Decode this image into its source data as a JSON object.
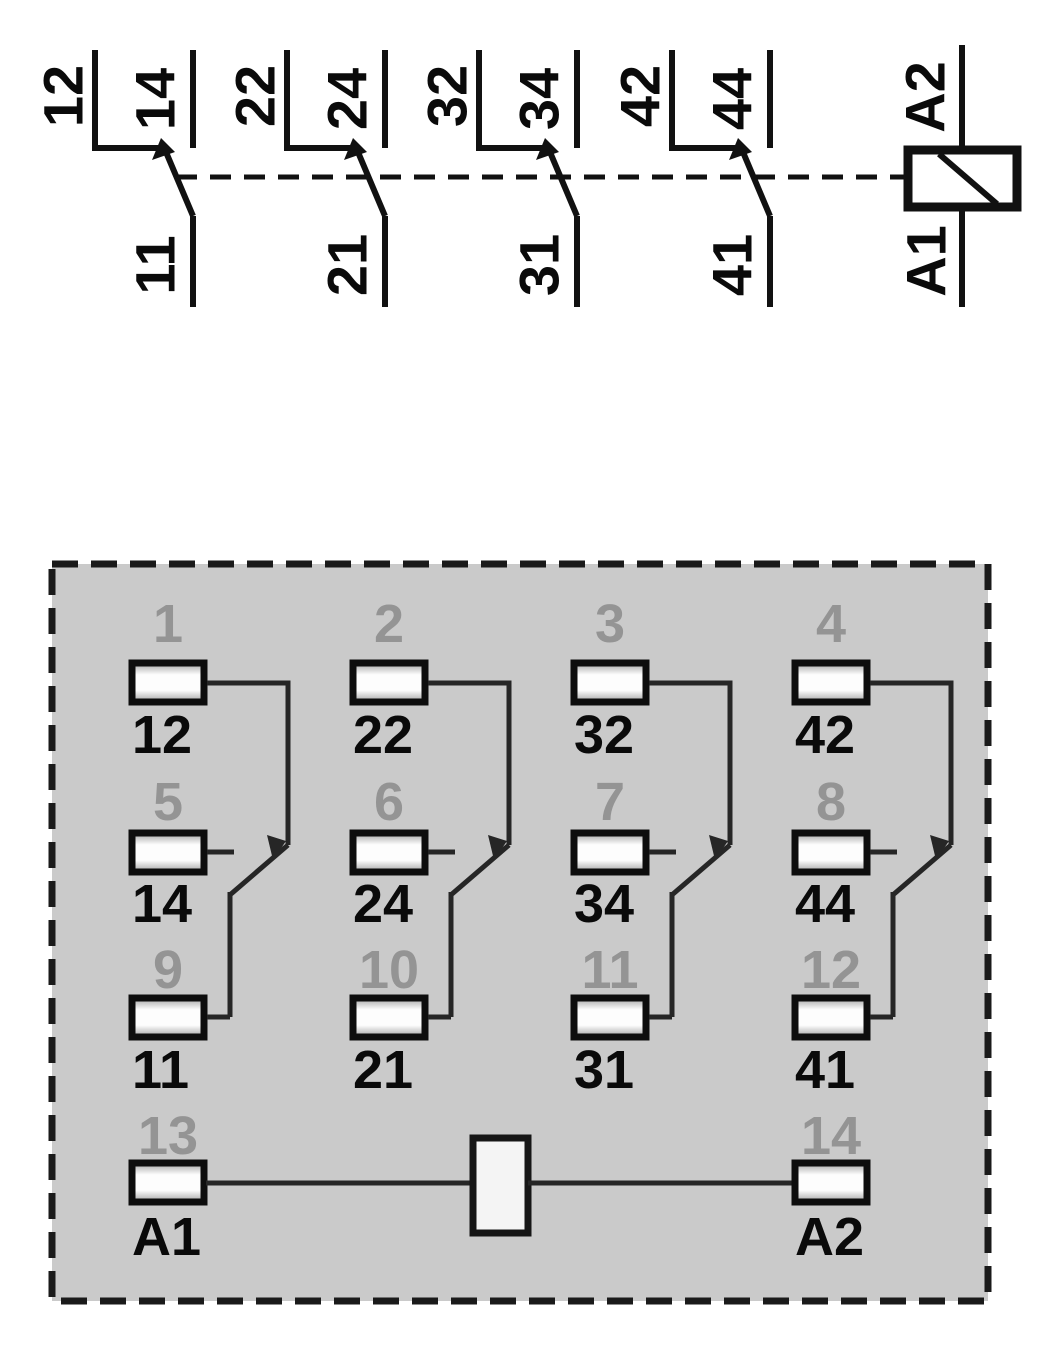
{
  "schematic": {
    "groups": [
      {
        "nc": "12",
        "no": "14",
        "com": "11"
      },
      {
        "nc": "22",
        "no": "24",
        "com": "21"
      },
      {
        "nc": "32",
        "no": "34",
        "com": "31"
      },
      {
        "nc": "42",
        "no": "44",
        "com": "41"
      }
    ],
    "coil": {
      "top_label": "A2",
      "bottom_label": "A1"
    }
  },
  "pinout": {
    "columns": [
      {
        "pin_nc": "1",
        "label_nc": "12",
        "pin_no": "5",
        "label_no": "14",
        "pin_com": "9",
        "label_com": "11"
      },
      {
        "pin_nc": "2",
        "label_nc": "22",
        "pin_no": "6",
        "label_no": "24",
        "pin_com": "10",
        "label_com": "21"
      },
      {
        "pin_nc": "3",
        "label_nc": "32",
        "pin_no": "7",
        "label_no": "34",
        "pin_com": "11",
        "label_com": "31"
      },
      {
        "pin_nc": "4",
        "label_nc": "42",
        "pin_no": "8",
        "label_no": "44",
        "pin_com": "12",
        "label_com": "41"
      }
    ],
    "coil_row": {
      "pin_left": "13",
      "label_left": "A1",
      "pin_right": "14",
      "label_right": "A2"
    }
  },
  "colors": {
    "background": "#ffffff",
    "diagram_line": "#111111",
    "box_fill": "#cacaca",
    "box_border": "#1a1a1a",
    "pin_number": "#949494",
    "terminal_label": "#0a0a0a",
    "pad_fill": "#ffffff"
  }
}
